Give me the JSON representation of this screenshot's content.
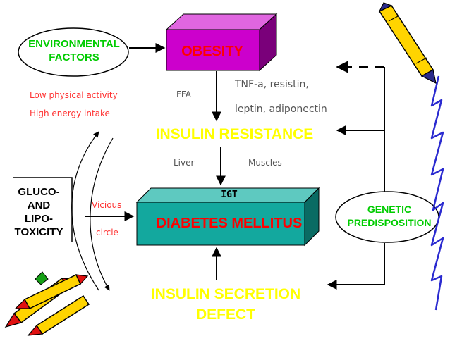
{
  "nodes": {
    "environmental_factors": "ENVIRONMENTAL\nFACTORS",
    "obesity": "OBESITY",
    "insulin_resistance": "INSULIN RESISTANCE",
    "diabetes_mellitus": "DIABETES MELLITUS",
    "igt": "IGT",
    "insulin_secretion_defect": "INSULIN SECRETION\nDEFECT",
    "gluco_lipo_toxicity": "GLUCO-\nAND\nLIPO-\nTOXICITY",
    "genetic_predisposition": "GENETIC\nPREDISPOSITION"
  },
  "labels": {
    "low_physical_activity": "Low physical activity",
    "high_energy_intake": "High energy intake",
    "ffa": "FFA",
    "tnf_line1": "TNF-a, resistin,",
    "tnf_line2": "leptin, adiponectin",
    "liver": "Liver",
    "muscles": "Muscles",
    "vicious": "Vicious",
    "circle": "circle"
  },
  "colors": {
    "green": "#00cc00",
    "red": "#ff0000",
    "yellow": "#ffff00",
    "box_magenta": "#cc00cc",
    "box_teal": "#13a89e",
    "background": "#ffffff"
  }
}
